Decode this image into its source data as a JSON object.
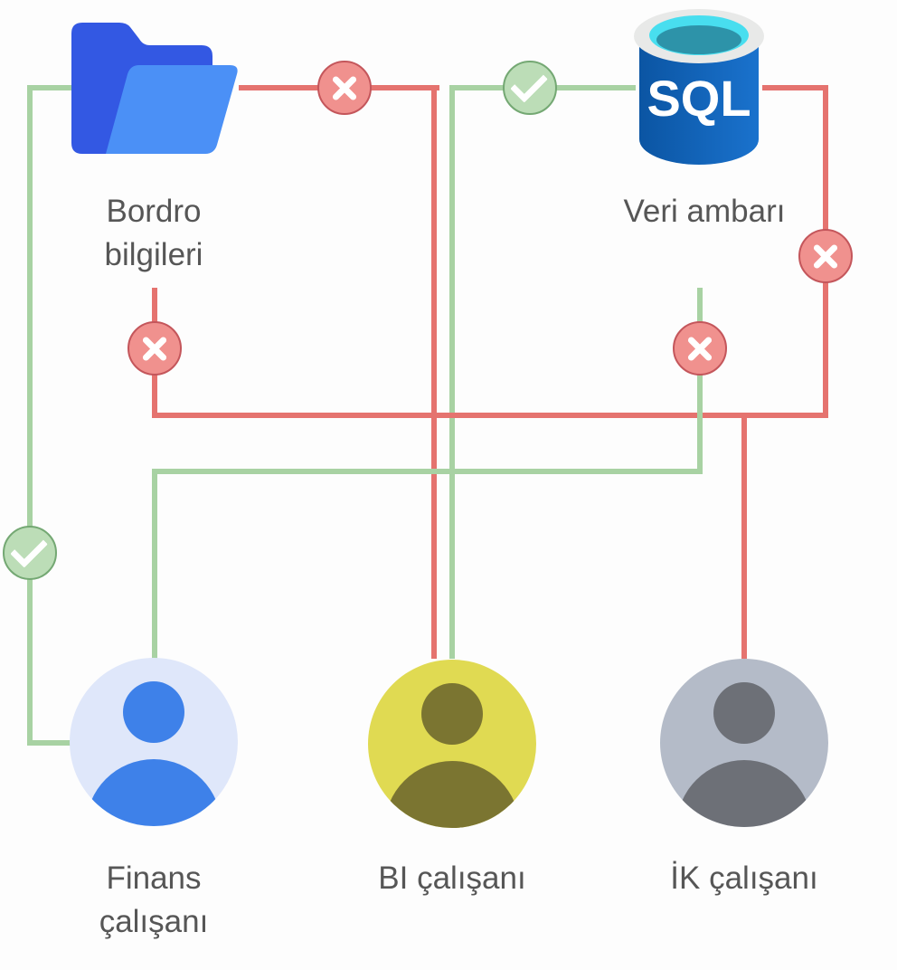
{
  "diagram": {
    "sources": {
      "payroll": {
        "label": "Bordro bilgileri",
        "icon": "folder-icon"
      },
      "warehouse": {
        "label": "Veri ambarı",
        "icon": "sql-database-icon",
        "db_text": "SQL"
      }
    },
    "users": {
      "finance": {
        "label": "Finans çalışanı"
      },
      "bi": {
        "label": "BI çalışanı"
      },
      "hr": {
        "label": "İK çalışanı"
      }
    },
    "badges": {
      "allowed_glyph": "✓",
      "denied_glyph": "✕"
    },
    "connections": [
      {
        "from": "Bordro bilgileri",
        "to": "Finans çalışanı",
        "status": "allowed"
      },
      {
        "from": "Bordro bilgileri",
        "to": "BI çalışanı",
        "status": "denied"
      },
      {
        "from": "Veri ambarı",
        "to": "BI çalışanı",
        "status": "allowed"
      },
      {
        "from": "Veri ambarı",
        "to": "Finans çalışanı",
        "status": "denied"
      },
      {
        "from": "Bordro bilgileri",
        "to": "İK çalışanı",
        "status": "denied"
      },
      {
        "from": "Veri ambarı",
        "to": "İK çalışanı",
        "status": "denied"
      }
    ],
    "palette": {
      "allowed_line": "#a8d2a3",
      "denied_line": "#e5736f",
      "allowed_badge_fill": "#bcddb7",
      "allowed_badge_border": "#74a873",
      "denied_badge_fill": "#f0918e",
      "denied_badge_border": "#c4565b",
      "label_text": "#565656",
      "folder_back": "#3358e3",
      "folder_front": "#4b90f6",
      "sql_body": "#0f5dad",
      "sql_top": "#48deef"
    }
  }
}
